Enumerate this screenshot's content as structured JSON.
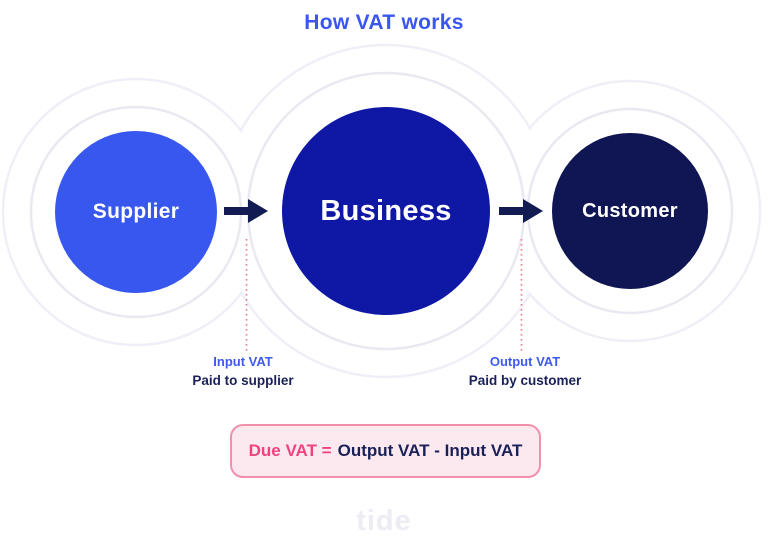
{
  "title": "How VAT works",
  "diagram": {
    "nodes": [
      {
        "id": "supplier",
        "label": "Supplier",
        "color": "#3857EF"
      },
      {
        "id": "business",
        "label": "Business",
        "color": "#0F17A5"
      },
      {
        "id": "customer",
        "label": "Customer",
        "color": "#101553"
      }
    ],
    "annotations": {
      "input": {
        "label": "Input VAT",
        "sublabel": "Paid to supplier"
      },
      "output": {
        "label": "Output VAT",
        "sublabel": "Paid by customer"
      }
    },
    "formula": {
      "lhs": "Due VAT =",
      "rhs": "Output VAT - Input VAT"
    }
  },
  "watermark": "tide",
  "colors": {
    "title_blue": "#3956F2",
    "annotation_blue": "#3D5AF1",
    "navy_text": "#1A2158",
    "arrow_navy": "#131C52",
    "dotted_line_red": "#E8798B",
    "formula_pink": "#F0437E",
    "formula_border": "#F290AC",
    "formula_bg": "#FCE8EF",
    "contour_gray": "#E9E9F2"
  }
}
